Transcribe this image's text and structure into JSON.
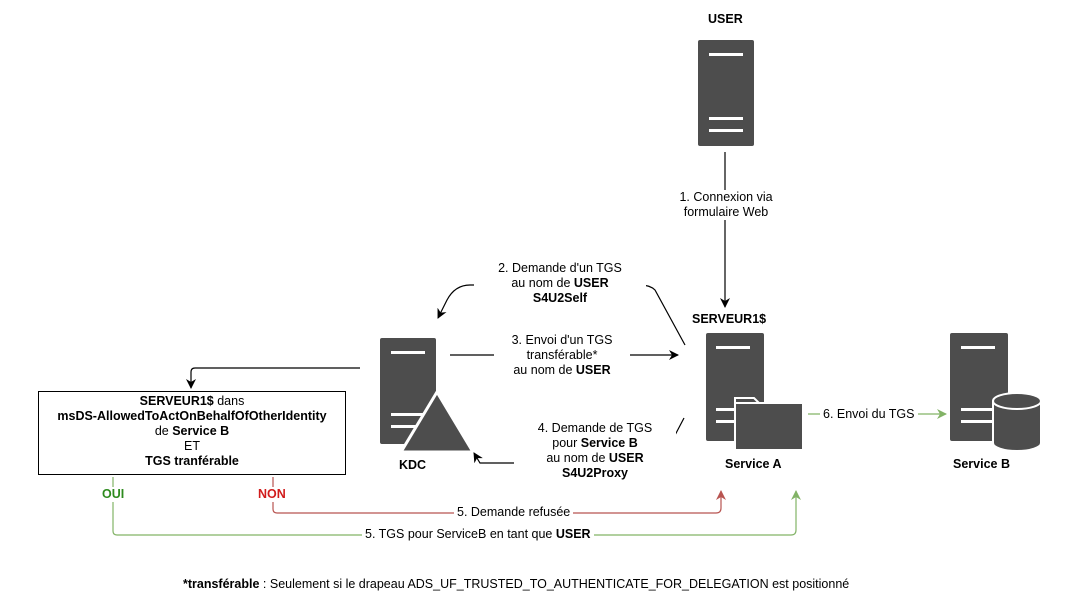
{
  "nodes": {
    "user": {
      "label": "USER"
    },
    "serveur1": {
      "title": "SERVEUR1$",
      "label": "Service A"
    },
    "kdc": {
      "label": "KDC"
    },
    "service_b": {
      "label": "Service B"
    }
  },
  "steps": {
    "step1": {
      "line1": "1. Connexion via",
      "line2": "formulaire Web"
    },
    "step2": {
      "line1": "2. Demande d'un TGS",
      "line2_prefix": "au nom de ",
      "line2_bold": "USER",
      "line3": "S4U2Self"
    },
    "step3": {
      "line1": "3. Envoi d'un TGS",
      "line2": "transférable*",
      "line3_prefix": "au nom de ",
      "line3_bold": "USER"
    },
    "step4": {
      "line1": "4. Demande de TGS",
      "line2_prefix": "pour ",
      "line2_bold": "Service B",
      "line3_prefix": "au nom de ",
      "line3_bold": "USER",
      "line4": "S4U2Proxy"
    },
    "step5_refused": "5. Demande refusée",
    "step5_granted": {
      "prefix": "5. TGS pour ServiceB en tant que ",
      "bold": "USER"
    },
    "step6": "6. Envoi du TGS"
  },
  "decision": {
    "line1_bold": "SERVEUR1$",
    "line1_rest": " dans",
    "line2": "msDS-AllowedToActOnBehalfOfOtherIdentity",
    "line3_prefix": "de ",
    "line3_bold": "Service B",
    "line4": "ET",
    "line5": "TGS tranférable",
    "yes": "OUI",
    "no": "NON"
  },
  "footnote": {
    "bold": "*transférable",
    "text": " : Seulement si le drapeau ADS_UF_TRUSTED_TO_AUTHENTICATE_FOR_DELEGATION est positionné"
  },
  "colors": {
    "server": "#4d4d4d",
    "accept_line": "#82b366",
    "accept_text": "#2e8b1e",
    "reject_line": "#b85450",
    "reject_text": "#d11c1c"
  }
}
